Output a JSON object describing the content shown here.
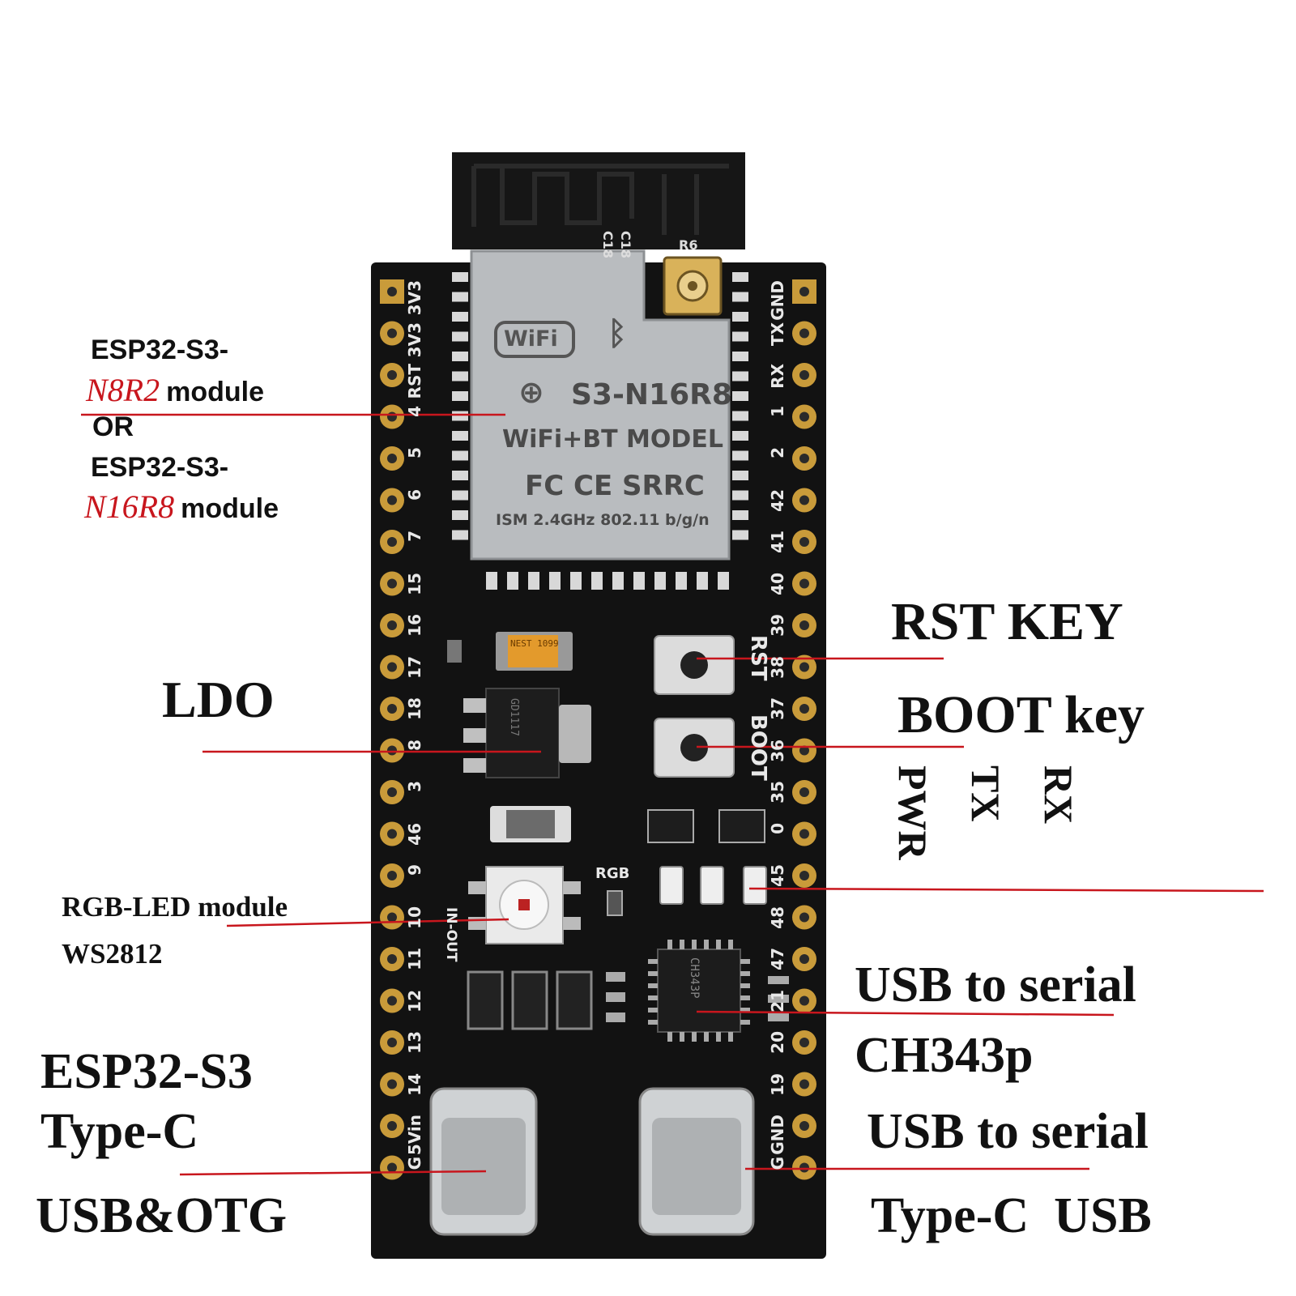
{
  "module": {
    "wifi_logo": "WiFi",
    "name": "S3-N16R8",
    "model": "WiFi+BT MODEL",
    "certs": "FC CE SRRC",
    "spec": "ISM 2.4GHz 802.11 b/g/n",
    "silk_ant1": "C18",
    "silk_ant2": "C18",
    "silk_r6": "R6"
  },
  "board_silk": {
    "left_pins": [
      "3V3",
      "3V3",
      "RST",
      "4",
      "5",
      "6",
      "7",
      "15",
      "16",
      "17",
      "18",
      "8",
      "3",
      "46",
      "9",
      "10",
      "11",
      "12",
      "13",
      "14",
      "5Vin",
      "G"
    ],
    "right_pins": [
      "GND",
      "TX",
      "RX",
      "1",
      "2",
      "42",
      "41",
      "40",
      "39",
      "38",
      "37",
      "36",
      "35",
      "0",
      "45",
      "48",
      "47",
      "21",
      "20",
      "19",
      "GND",
      "G"
    ],
    "rst": "RST",
    "boot": "BOOT",
    "rgb": "RGB",
    "in_out": "IN-OUT",
    "ldo_marking": "GD1117",
    "cap_marking": "NEST 1099",
    "chip_marking": "CH343P"
  },
  "labels": {
    "module_line1": "ESP32-S3-",
    "module_variant1": "N8R2",
    "module_suffix1": "module",
    "module_or": "OR",
    "module_line2": "ESP32-S3-",
    "module_variant2": "N16R8",
    "module_suffix2": "module",
    "rst_key": "RST KEY",
    "boot_key": "BOOT key",
    "pwr": "PWR",
    "tx": "TX",
    "rx": "RX",
    "ldo": "LDO",
    "rgb_line1": "RGB-LED module",
    "rgb_line2": "WS2812",
    "usb_serial_top1": "USB to serial",
    "usb_serial_top2": "CH343p",
    "usb_serial_bottom1": "USB to serial",
    "usb_serial_bottom2": "Type-C  USB",
    "esp_typec1": "ESP32-S3",
    "esp_typec2": "Type-C",
    "esp_typec3": "USB&OTG"
  },
  "colors": {
    "board": "#121212",
    "module_shield": "#b9bcbf",
    "leader": "#c8161d",
    "gold": "#c99b3a",
    "silk": "#e8e8e8"
  }
}
